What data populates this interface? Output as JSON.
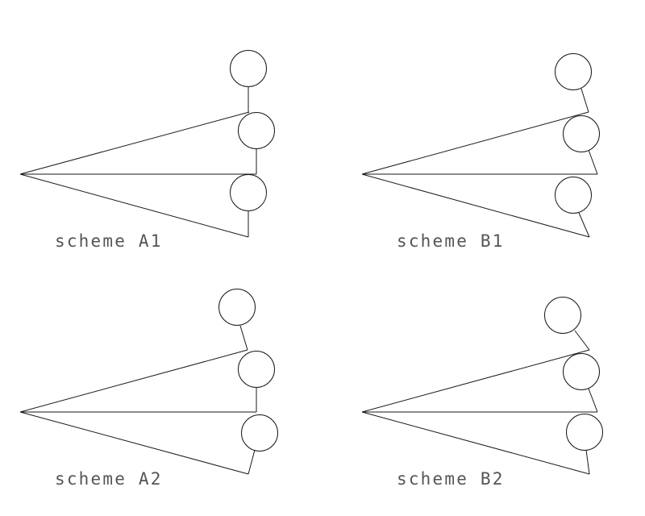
{
  "colors": {
    "background": "#ffffff",
    "line": "#1a1a1a",
    "caption": "#555555"
  },
  "schemes": [
    {
      "id": "A1",
      "caption": "scheme A1"
    },
    {
      "id": "B1",
      "caption": "scheme B1"
    },
    {
      "id": "A2",
      "caption": "scheme A2"
    },
    {
      "id": "B2",
      "caption": "scheme B2"
    }
  ]
}
